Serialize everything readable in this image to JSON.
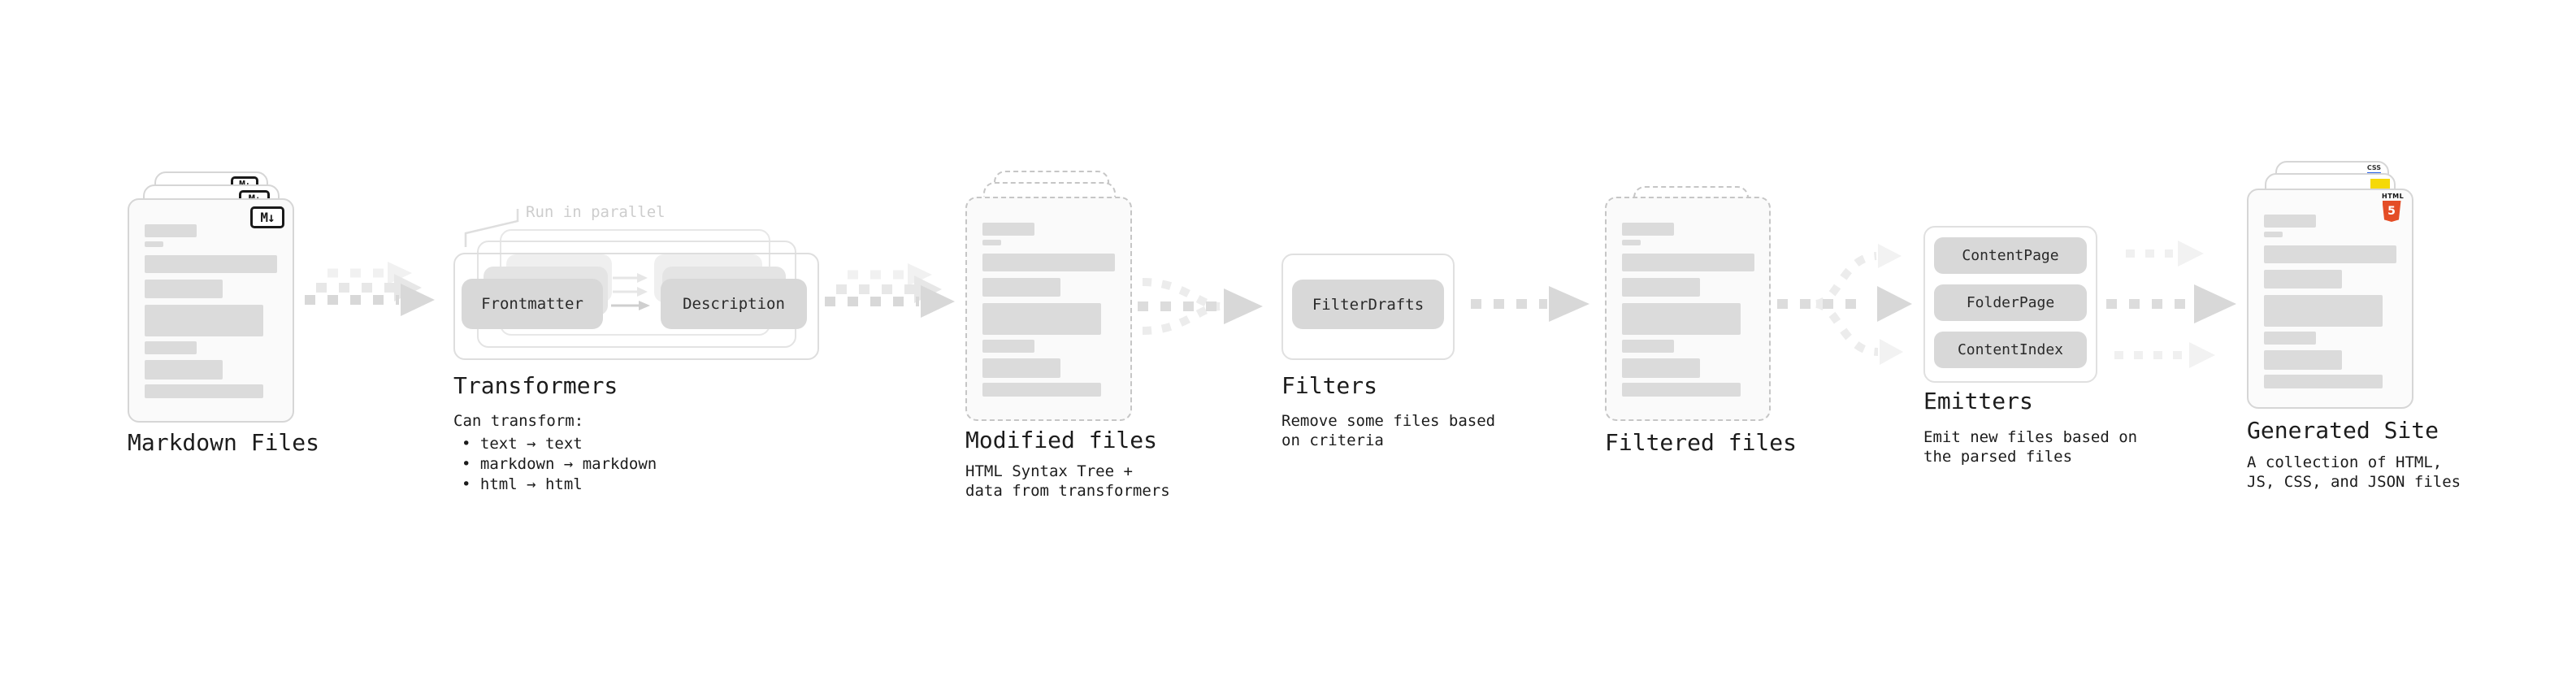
{
  "colors": {
    "background": "#ffffff",
    "card_border": "#d6d6d6",
    "dashed_border": "#c6c6c6",
    "card_fill": "#fafafa",
    "bar_fill": "#dbdbdb",
    "node_fill": "#d8d8d8",
    "arrow_dark": "#d8d8d8",
    "arrow_mid": "#e7e7e7",
    "arrow_light": "#f1f1f1",
    "text_dark": "#1c1c1c",
    "text_faint": "#cdcdcd",
    "html5_orange": "#e44d26",
    "js_yellow": "#f5d908",
    "css_blue": "#2760e6"
  },
  "stages": {
    "markdown_files": {
      "title": "Markdown Files",
      "badge_text": "M↓"
    },
    "transformers": {
      "note": "Run in parallel",
      "node_left": "Frontmatter",
      "node_right": "Description",
      "title": "Transformers",
      "caption": "Can transform:",
      "bullets": [
        "• text → text",
        "• markdown → markdown",
        "• html → html"
      ]
    },
    "modified_files": {
      "title": "Modified files",
      "caption_line1": "HTML Syntax Tree +",
      "caption_line2": "data from transformers"
    },
    "filters": {
      "node": "FilterDrafts",
      "title": "Filters",
      "caption_line1": "Remove some files based",
      "caption_line2": "on criteria"
    },
    "filtered_files": {
      "title": "Filtered files"
    },
    "emitters": {
      "nodes": [
        "ContentPage",
        "FolderPage",
        "ContentIndex"
      ],
      "title": "Emitters",
      "caption_line1": "Emit new files based on",
      "caption_line2": "the parsed files"
    },
    "generated_site": {
      "title": "Generated Site",
      "caption_line1": "A collection of HTML,",
      "caption_line2": "JS, CSS, and JSON files",
      "css_badge": "CSS",
      "html_badge_label": "HTML",
      "html_badge_number": "5"
    }
  }
}
